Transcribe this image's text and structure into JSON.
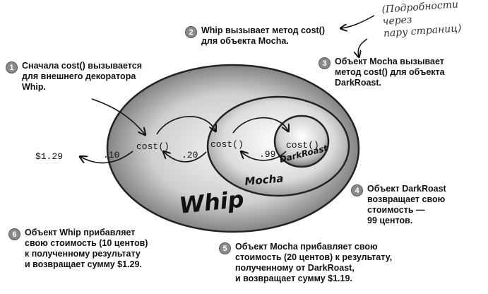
{
  "note": {
    "text": "(Подробности через\nпару страниц)"
  },
  "steps": [
    {
      "num": "1",
      "text": "Сначала cost() вызывается\nдля внешнего декоратора\nWhip."
    },
    {
      "num": "2",
      "text": "Whip вызывает метод cost()\nдля объекта Mocha."
    },
    {
      "num": "3",
      "text": "Объект Mocha вызывает\nметод cost() для объекта\nDarkRoast."
    },
    {
      "num": "4",
      "text": "Объект DarkRoast\nвозвращает свою\nстоимость —\n99 центов."
    },
    {
      "num": "5",
      "text": "Объект Mocha прибавляет свою\nстоимость (20 центов) к результату,\nполученному от DarkRoast,\nи возвращает сумму $1.19."
    },
    {
      "num": "6",
      "text": "Объект Whip прибавляет\nсвою стоимость (10 центов)\nк полученному результату\nи возвращает сумму $1.29."
    }
  ],
  "diagram": {
    "layers": [
      {
        "name": "Whip",
        "cost_label": "cost()",
        "return_value": ".10"
      },
      {
        "name": "Mocha",
        "cost_label": "cost()",
        "return_value": ".20"
      },
      {
        "name": "DarkRoast",
        "cost_label": "cost()",
        "return_value": ".99"
      }
    ],
    "result": "$1.29"
  }
}
